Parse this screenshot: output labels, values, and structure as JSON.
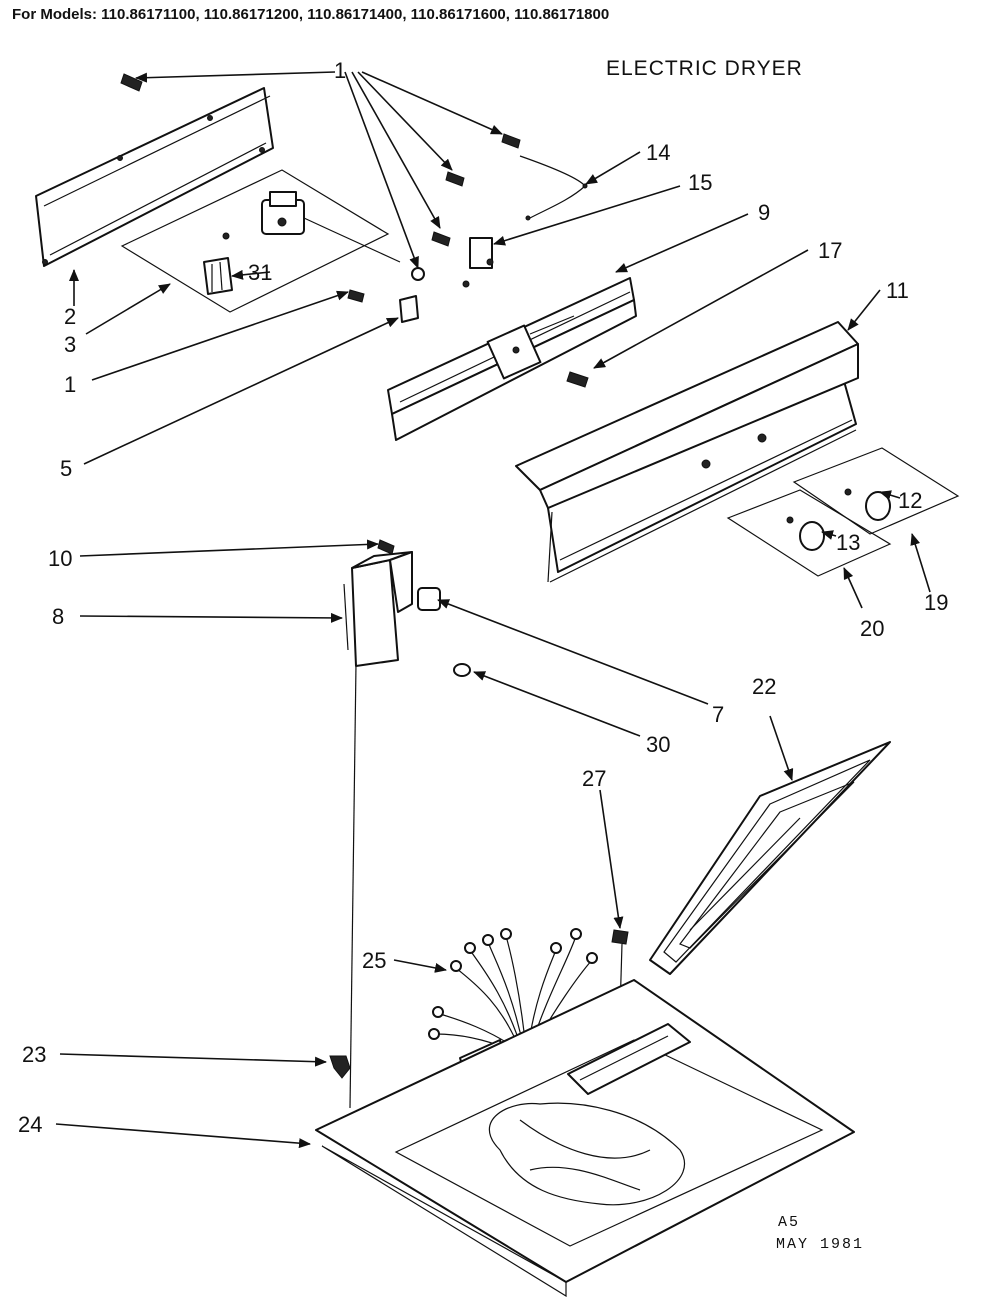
{
  "header": {
    "models": "For Models: 110.86171100, 110.86171200, 110.86171400, 110.86171600, 110.86171800",
    "title": "ELECTRIC DRYER"
  },
  "callouts": {
    "c1_top": "1",
    "c14": "14",
    "c15": "15",
    "c9": "9",
    "c17": "17",
    "c11": "11",
    "c31": "31",
    "c2": "2",
    "c3": "3",
    "c1": "1",
    "c5": "5",
    "c12": "12",
    "c13": "13",
    "c19": "19",
    "c20": "20",
    "c10": "10",
    "c8": "8",
    "c7": "7",
    "c30": "30",
    "c22": "22",
    "c27": "27",
    "c25": "25",
    "c23": "23",
    "c24": "24"
  },
  "footer": {
    "code": "A5",
    "date": "MAY 1981"
  }
}
